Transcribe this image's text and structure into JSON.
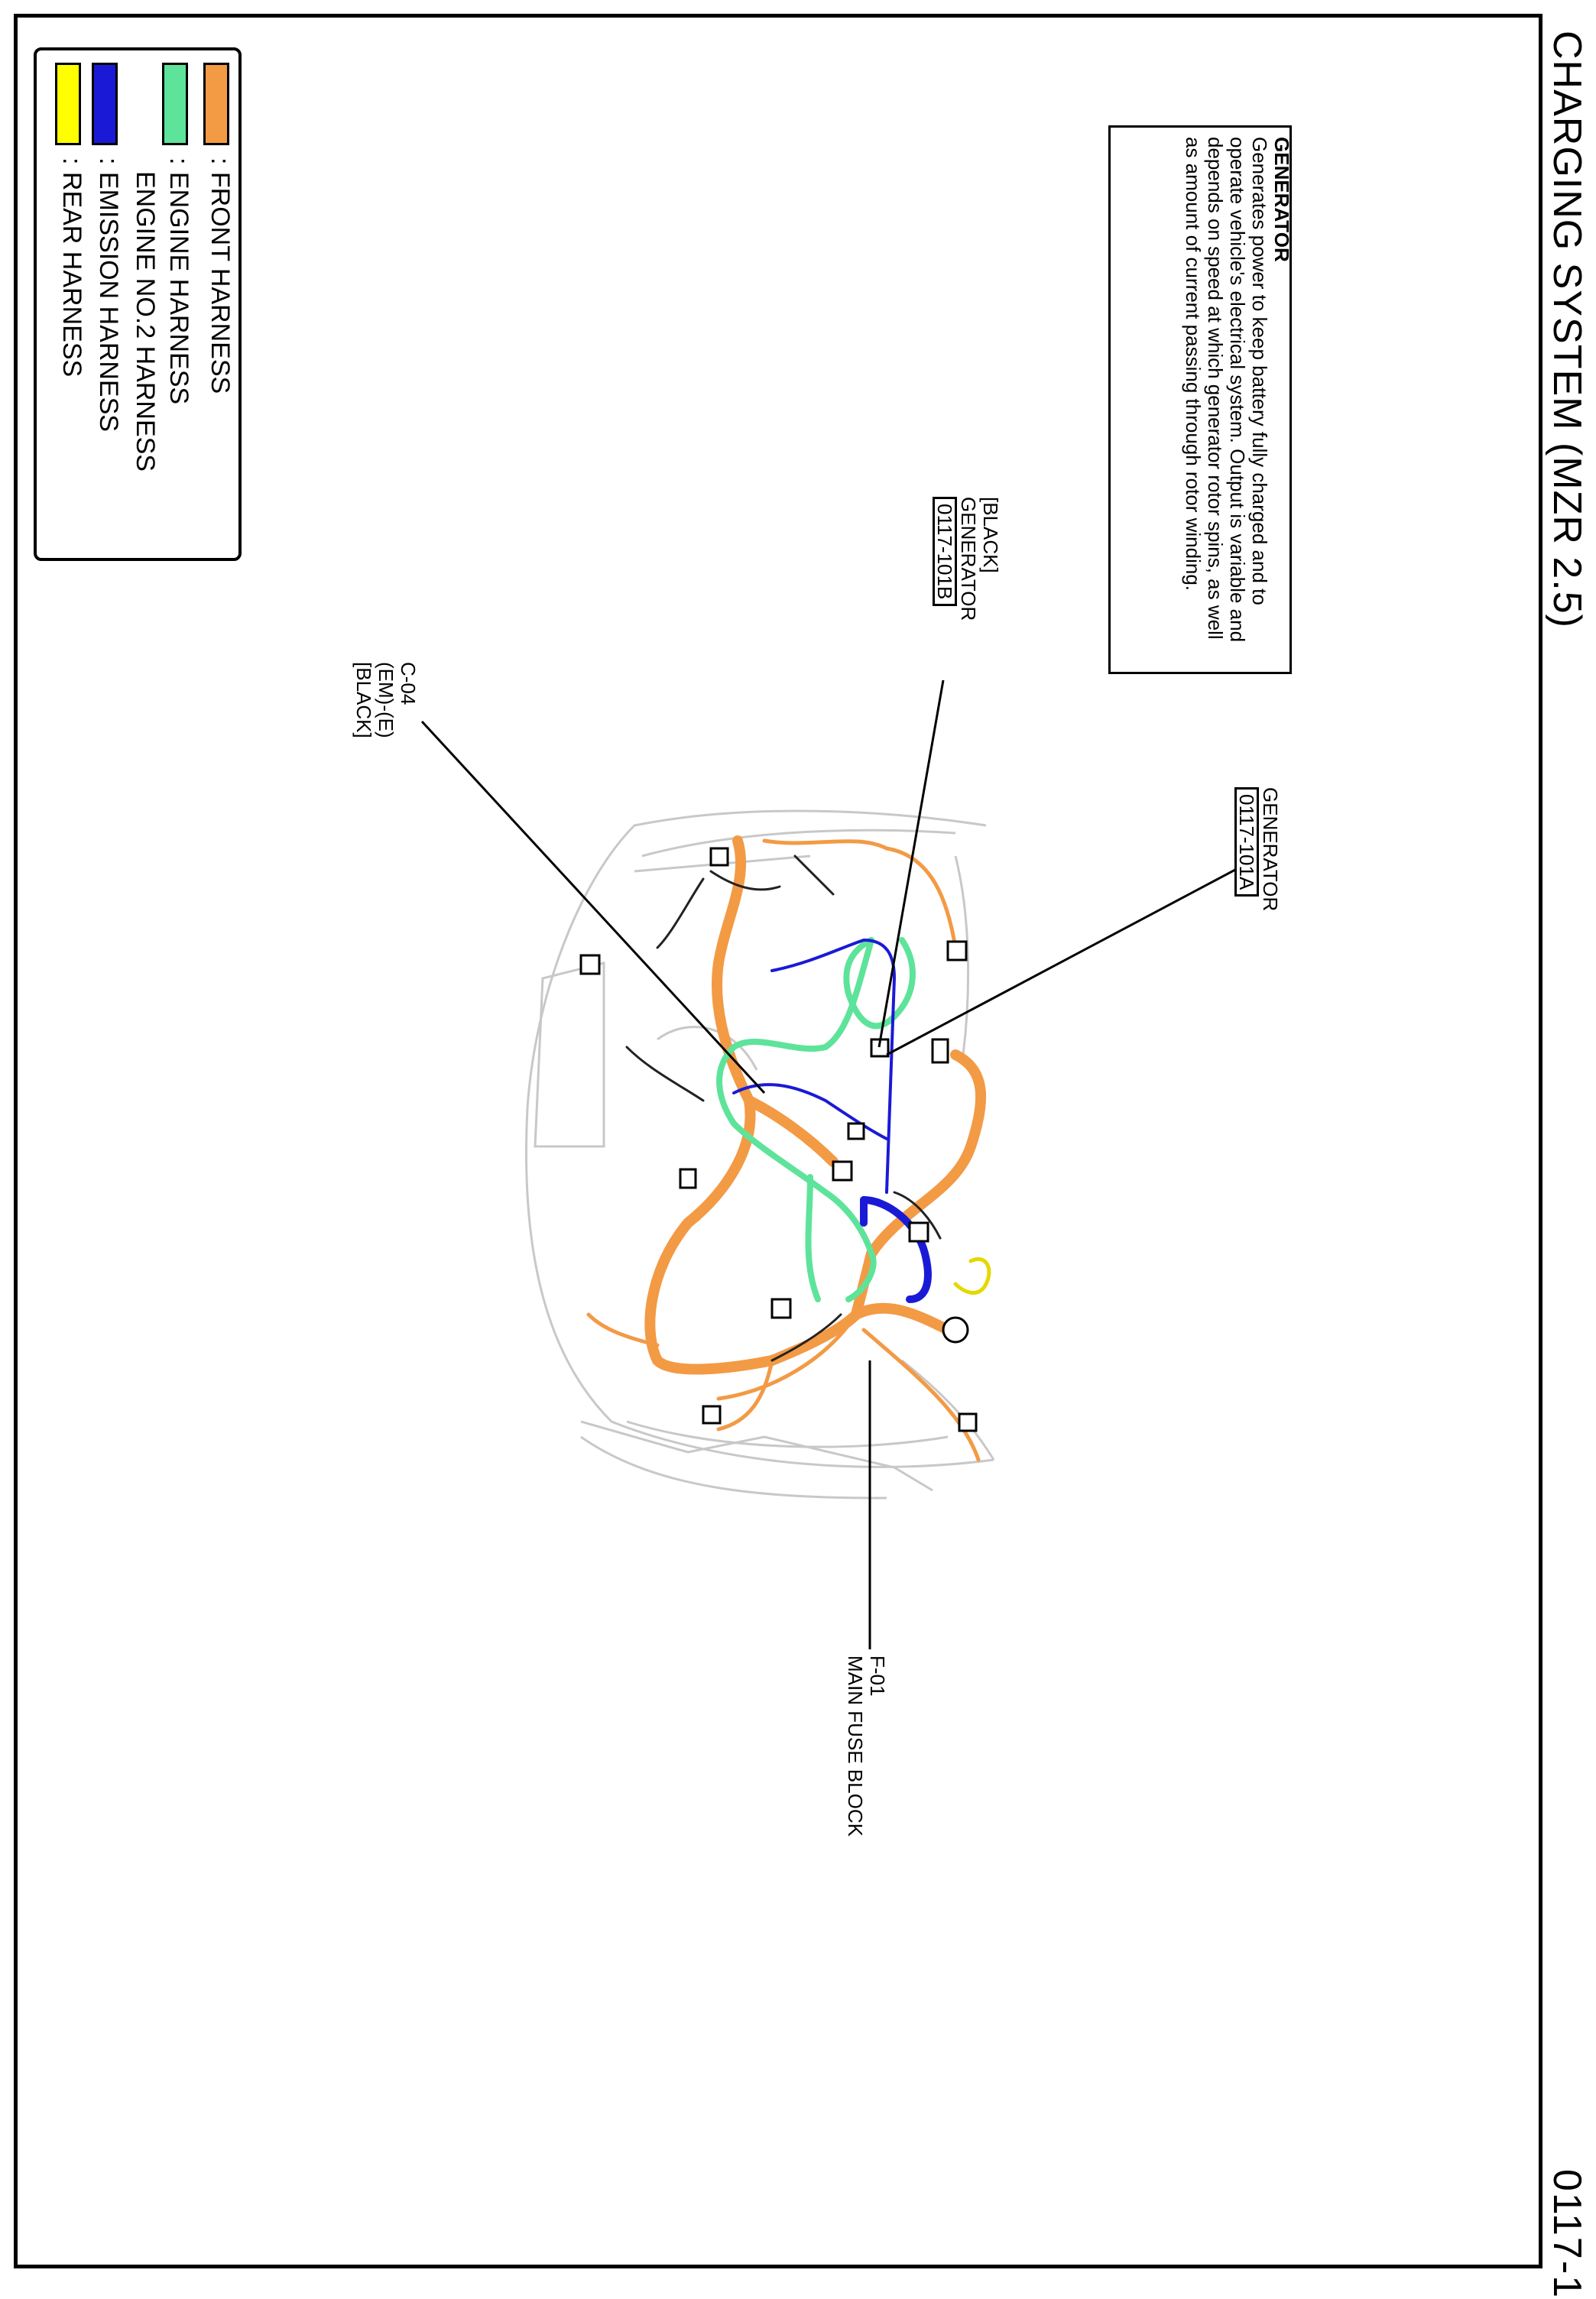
{
  "page": {
    "title": "CHARGING SYSTEM (MZR 2.5)",
    "page_number": "0117-1"
  },
  "legend": {
    "items": [
      {
        "label": ": FRONT HARNESS",
        "color": "#f39a45"
      },
      {
        "label": ": ENGINE HARNESS",
        "label2": "ENGINE NO.2 HARNESS",
        "color": "#5ee39a"
      },
      {
        "label": ": EMISSION HARNESS",
        "color": "#1a1ad6"
      },
      {
        "label": ": REAR HARNESS",
        "color": "#ffff00"
      }
    ]
  },
  "description": {
    "heading": "GENERATOR",
    "body": "Generates power to keep battery fully charged and to operate vehicle's electrical system. Output is variable and depends on speed at which generator rotor spins, as well as amount of current passing through rotor winding."
  },
  "callouts": {
    "generator_b": {
      "line1": "[BLACK]",
      "line2": "GENERATOR",
      "code": "0117-101B"
    },
    "generator_a": {
      "line1": "GENERATOR",
      "code": "0117-101A"
    },
    "c04": {
      "line1": "C-04",
      "line2": "(EM)-(E)",
      "line3": "[BLACK]"
    },
    "f01": {
      "line1": "F-01",
      "line2": "MAIN FUSE BLOCK"
    }
  },
  "colors": {
    "front": "#f39a45",
    "engine": "#5ee39a",
    "emission": "#1a1ad6",
    "rear": "#ffff00",
    "body_outline": "#c8c8c8"
  }
}
